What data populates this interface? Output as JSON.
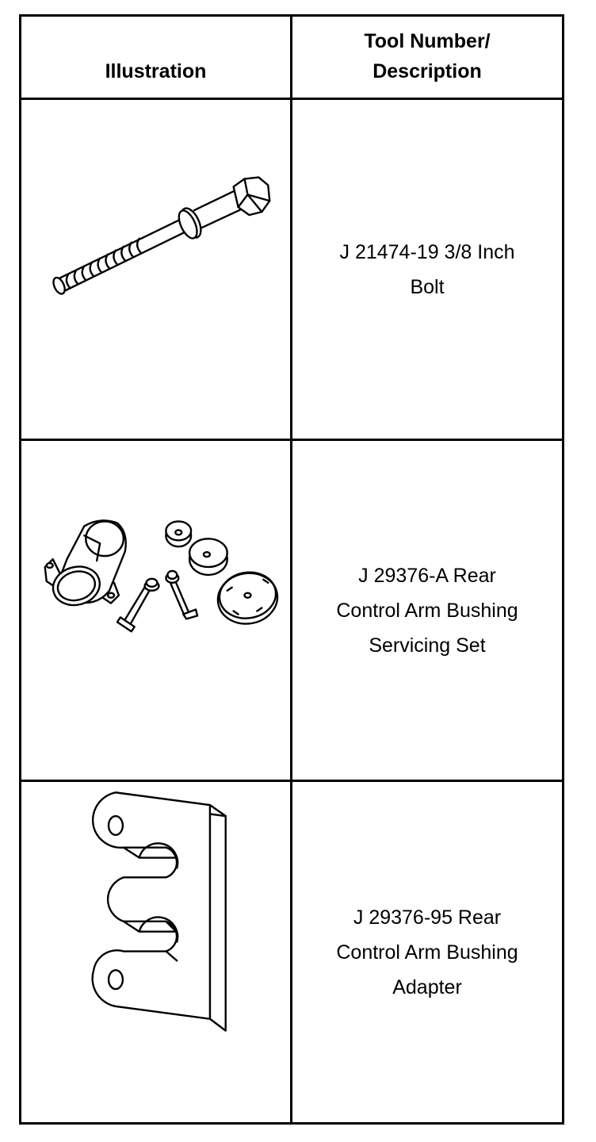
{
  "table": {
    "header": {
      "illustration": "Illustration",
      "tool_line1": "Tool Number/",
      "tool_line2": "Description"
    },
    "rows": [
      {
        "icon": "bolt-icon",
        "desc_lines": [
          "J 21474-19 3/8 Inch",
          "Bolt"
        ]
      },
      {
        "icon": "bushing-servicing-set-icon",
        "desc_lines": [
          "J 29376-A Rear",
          "Control Arm Bushing",
          "Servicing Set"
        ]
      },
      {
        "icon": "bushing-adapter-icon",
        "desc_lines": [
          "J 29376-95 Rear",
          "Control Arm Bushing",
          "Adapter"
        ]
      }
    ]
  }
}
